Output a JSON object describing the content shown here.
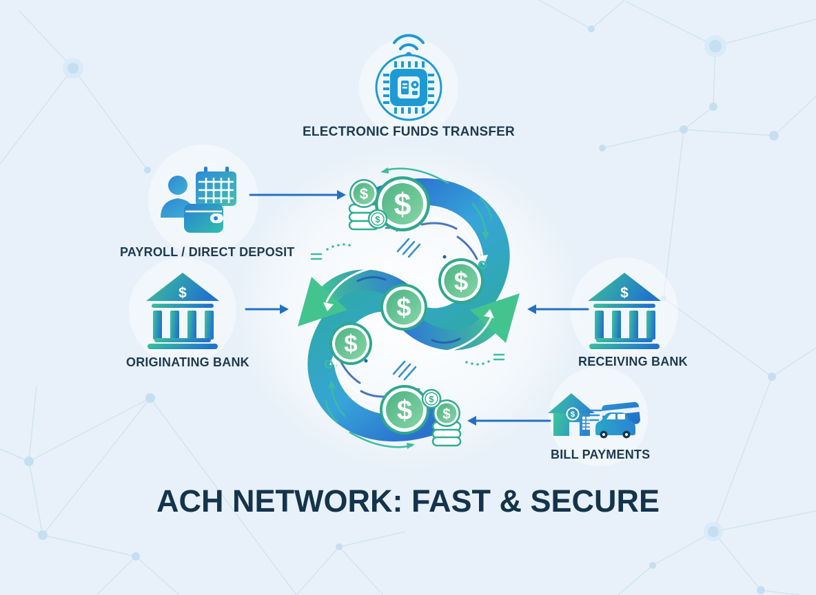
{
  "title": "ACH NETWORK: FAST & SECURE",
  "nodes": {
    "eft": {
      "label": "ELECTRONIC FUNDS TRANSFER"
    },
    "payroll": {
      "label": "PAYROLL / DIRECT DEPOSIT"
    },
    "originating_bank": {
      "label": "ORIGINATING BANK"
    },
    "receiving_bank": {
      "label": "RECEIVING BANK"
    },
    "bill_payments": {
      "label": "BILL PAYMENTS"
    }
  },
  "symbols": {
    "dollar": "$"
  },
  "colors": {
    "background": "#e8f1f9",
    "network_lines": "#cfe2f2",
    "icon_blue": "#1d9ad3",
    "arrow_blue": "#2270c6",
    "cycle_blue": "#2b74cf",
    "cycle_teal": "#36a4d9",
    "cycle_green": "#43c690",
    "coin_green": "#4db383",
    "coin_ring_teal": "#2fa88c",
    "text_navy": "#1d3a52"
  }
}
